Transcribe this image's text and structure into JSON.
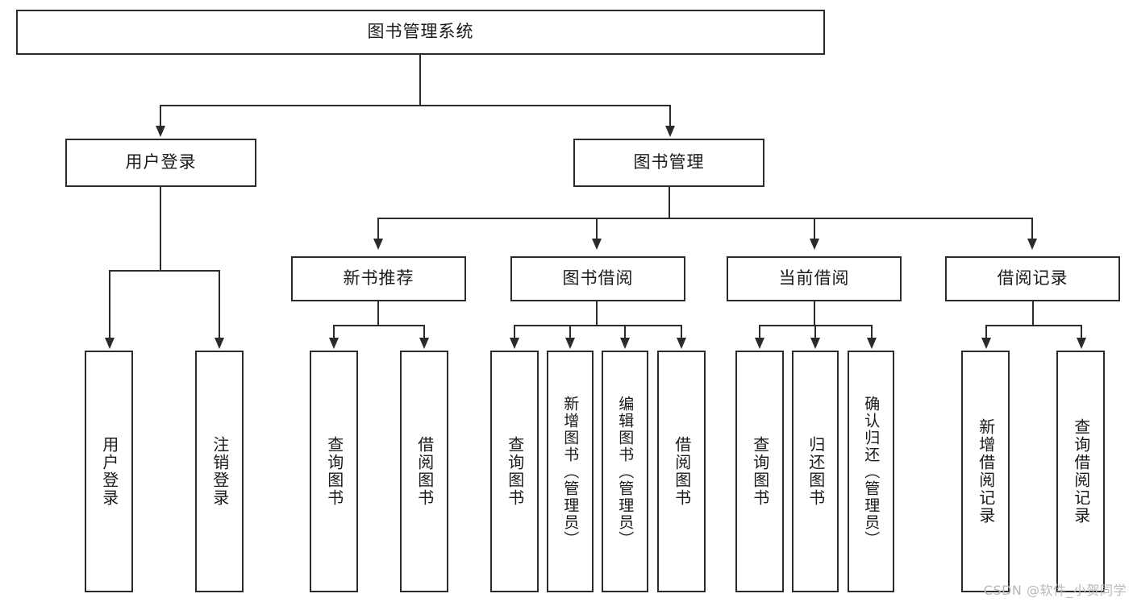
{
  "diagram": {
    "type": "tree-hierarchy",
    "title": "图书管理系统",
    "root": {
      "label": "图书管理系统"
    },
    "level2": [
      {
        "label": "用户登录"
      },
      {
        "label": "图书管理"
      }
    ],
    "level3": [
      {
        "label": "新书推荐"
      },
      {
        "label": "图书借阅"
      },
      {
        "label": "当前借阅"
      },
      {
        "label": "借阅记录"
      }
    ],
    "leaves": {
      "user_login": [
        {
          "label": "用户登录"
        },
        {
          "label": "注销登录"
        }
      ],
      "new_book_recommend": [
        {
          "label": "查询图书"
        },
        {
          "label": "借阅图书"
        }
      ],
      "book_borrow": [
        {
          "label": "查询图书"
        },
        {
          "label": "新增图书（管理员）"
        },
        {
          "label": "编辑图书（管理员）"
        },
        {
          "label": "借阅图书"
        }
      ],
      "current_borrow": [
        {
          "label": "查询图书"
        },
        {
          "label": "归还图书"
        },
        {
          "label": "确认归还（管理员）"
        }
      ],
      "borrow_record": [
        {
          "label": "新增借阅记录"
        },
        {
          "label": "查询借阅记录"
        }
      ]
    }
  },
  "watermark": {
    "text": "CSDN @软件_小贺同学"
  },
  "colors": {
    "stroke": "#2b2b2b",
    "background": "#ffffff",
    "text": "#1a1a1a",
    "watermark": "#b8b8b8"
  }
}
